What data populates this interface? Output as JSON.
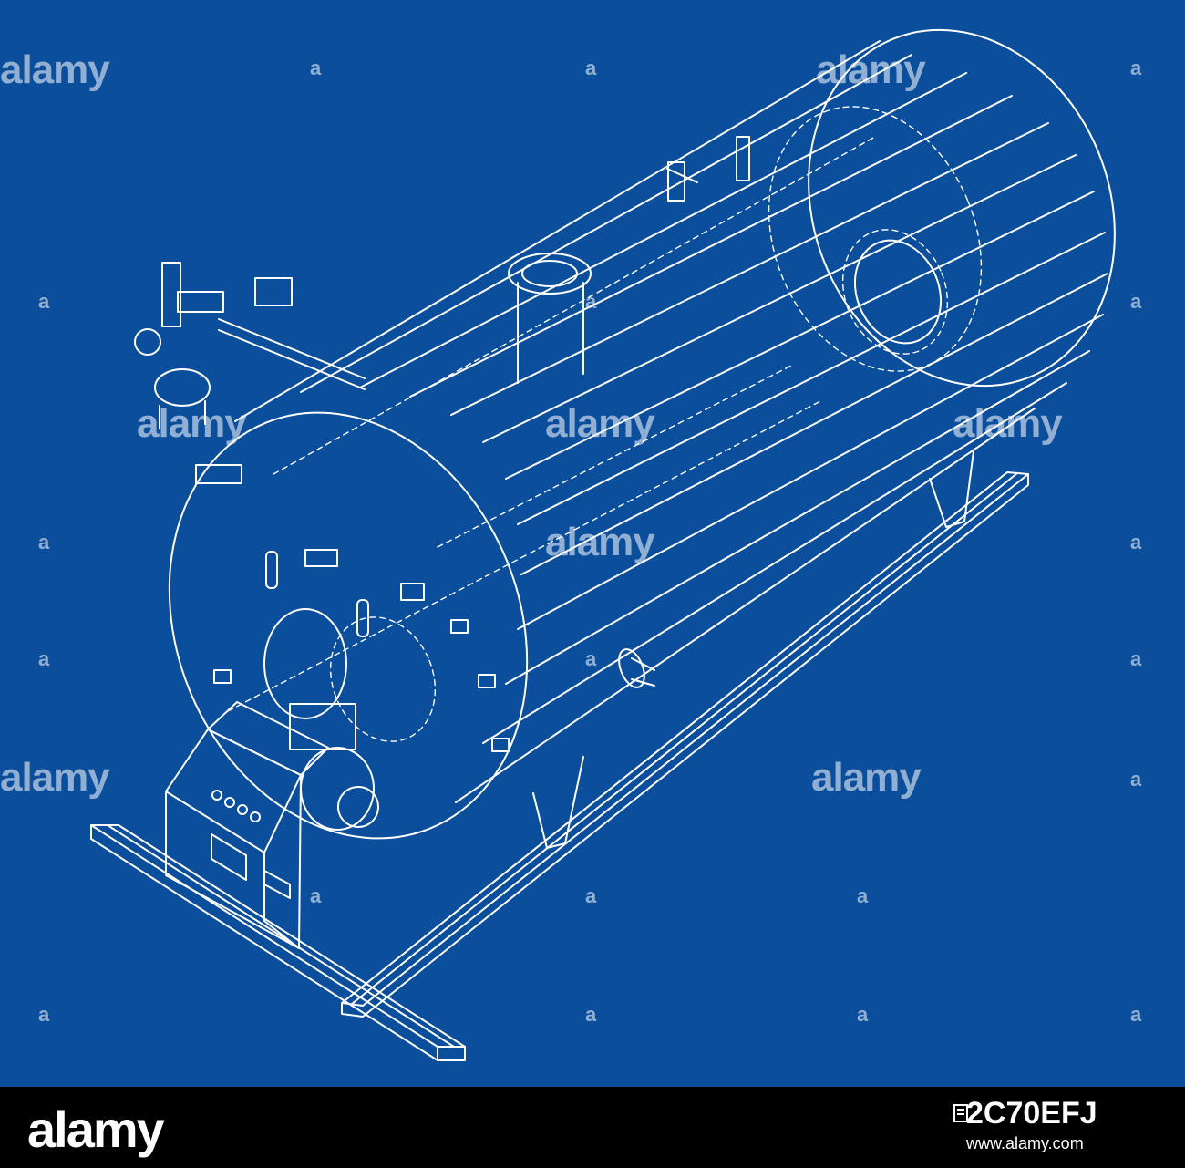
{
  "watermark": {
    "text": "alamy",
    "symbol": "a"
  },
  "footer": {
    "logo": "alamy",
    "image_id": "2C70EFJ",
    "url": "www.alamy.com"
  },
  "colors": {
    "blueprint_bg": "#0a4e9c",
    "line": "#ffffff",
    "footer_bg": "#000000"
  }
}
